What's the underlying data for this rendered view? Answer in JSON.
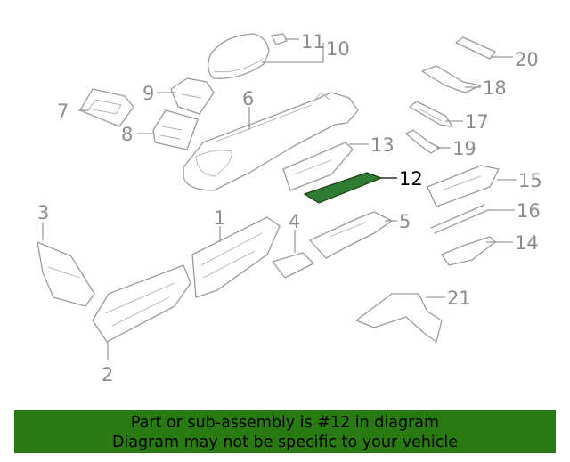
{
  "callouts": {
    "c1": "1",
    "c2": "2",
    "c3": "3",
    "c4": "4",
    "c5": "5",
    "c6": "6",
    "c7": "7",
    "c8": "8",
    "c9": "9",
    "c10": "10",
    "c11": "11",
    "c12": "12",
    "c13": "13",
    "c14": "14",
    "c15": "15",
    "c16": "16",
    "c17": "17",
    "c18": "18",
    "c19": "19",
    "c20": "20",
    "c21": "21"
  },
  "highlight": {
    "part": "12",
    "fill_color": "#2e7d32"
  },
  "banner": {
    "line1": "Part or sub-assembly is #12 in diagram",
    "line2": "Diagram may not be specific to your vehicle",
    "background": "#2a7a12"
  }
}
